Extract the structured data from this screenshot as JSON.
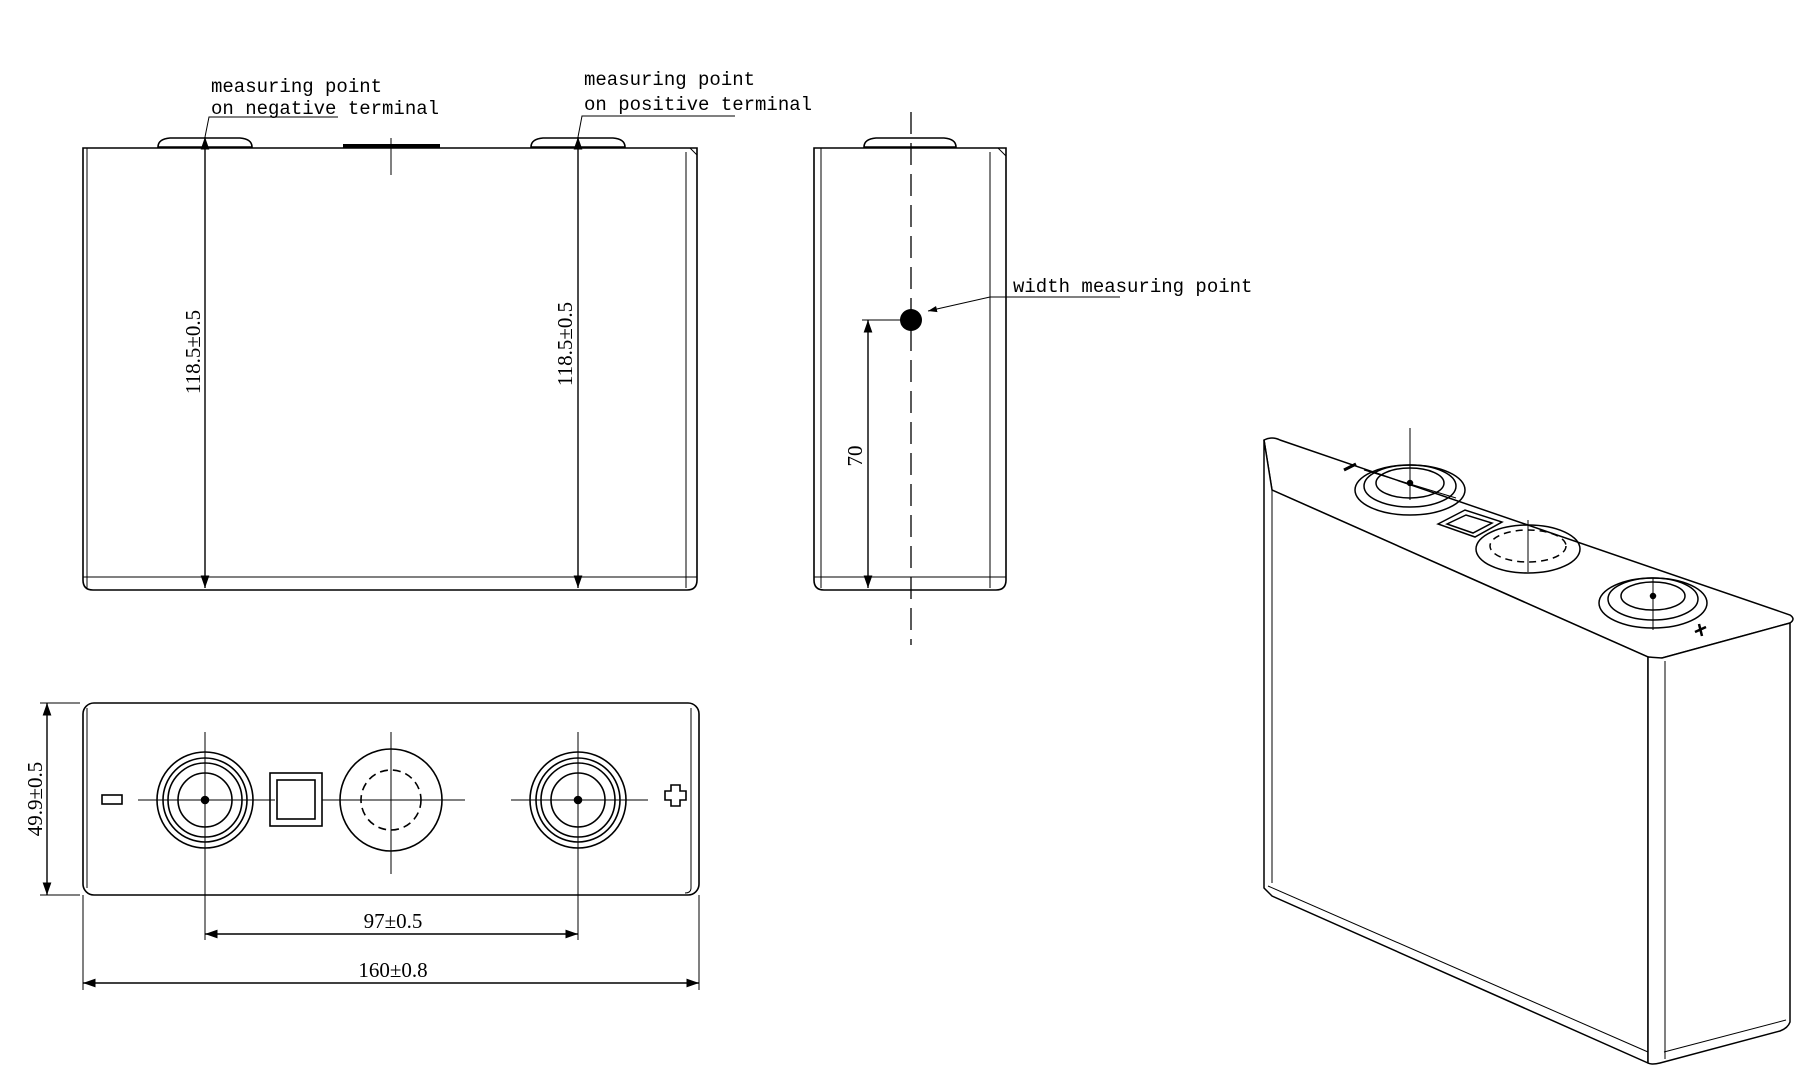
{
  "labels": {
    "negative_line1": "measuring point",
    "negative_line2": "on negative terminal",
    "positive_line1": "measuring point",
    "positive_line2": "on positive terminal",
    "width_point": "width measuring point"
  },
  "dimensions": {
    "height_left": "118.5±0.5",
    "height_right": "118.5±0.5",
    "side_height": "70",
    "thickness": "49.9±0.5",
    "terminal_spacing": "97±0.5",
    "length": "160±0.8"
  },
  "symbols": {
    "negative": "negative-sign-icon",
    "positive": "positive-sign-icon"
  },
  "colors": {
    "line": "#000000",
    "thin_line": "#555555",
    "background": "#ffffff"
  }
}
